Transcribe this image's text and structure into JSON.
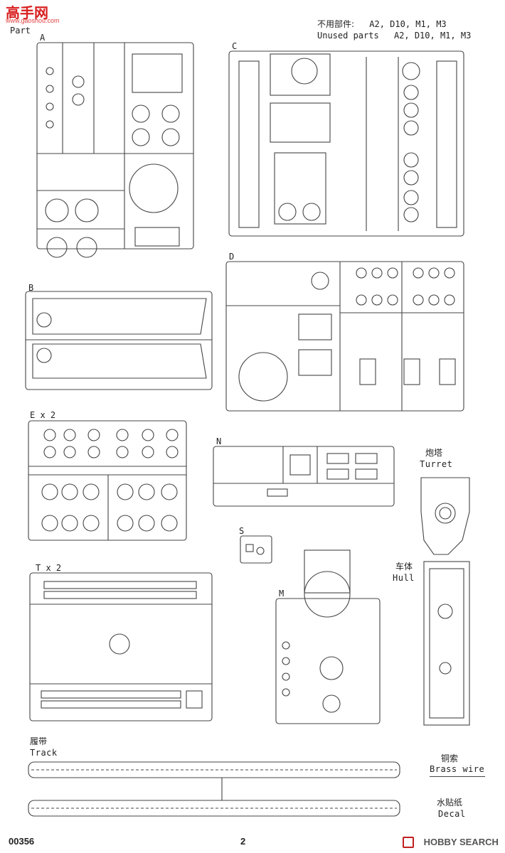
{
  "watermark": {
    "logo_cn": "高手网",
    "site": "www.gaoshou.com",
    "brand": "HOBBY SEARCH"
  },
  "header": {
    "part_label": "Part",
    "unused_cn_label": "不用部件:",
    "unused_en_label": "Unused parts",
    "unused_list": "A2, D10, M1, M3"
  },
  "sprues": {
    "A": "A",
    "B": "B",
    "C": "C",
    "D": "D",
    "E": "E x 2",
    "N": "N",
    "S": "S",
    "T": "T x 2",
    "M": "M"
  },
  "parts": {
    "turret_cn": "炮塔",
    "turret_en": "Turret",
    "hull_cn": "车体",
    "hull_en": "Hull",
    "track_cn": "履带",
    "track_en": "Track",
    "brass_cn": "铜索",
    "brass_en": "Brass wire",
    "decal_cn": "水贴纸",
    "decal_en": "Decal"
  },
  "footer": {
    "kit_number": "00356",
    "page_number": "2"
  }
}
